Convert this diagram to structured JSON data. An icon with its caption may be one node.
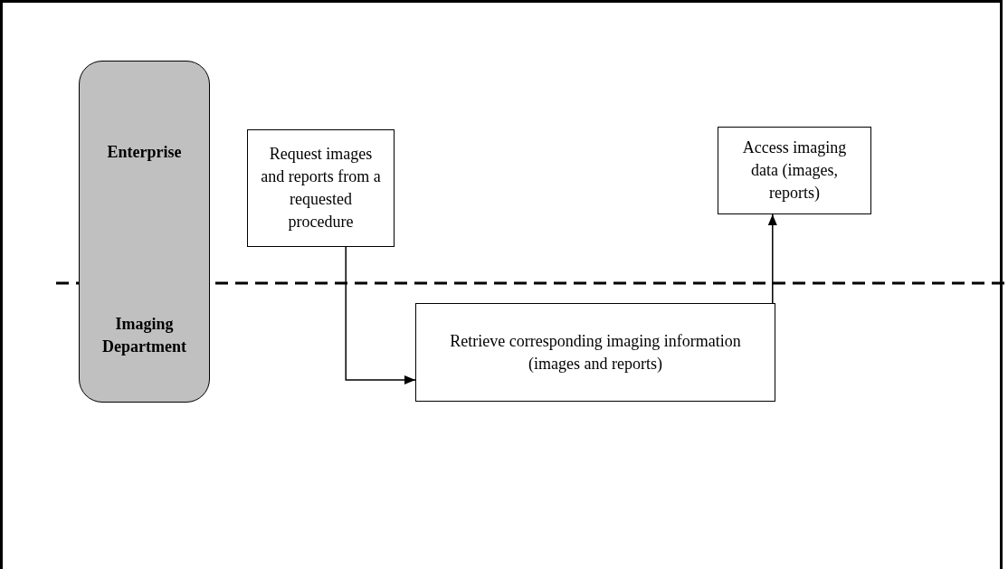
{
  "diagram": {
    "nodes": [
      {
        "text": [
          "Enterprise",
          "Imaging Department"
        ]
      },
      {
        "text": [
          "Request images and reports from a requested procedure"
        ]
      },
      {
        "text": [
          "Access imaging data (images, reports)"
        ]
      },
      {
        "text": [
          "Retrieve corresponding imaging information (images and reports)"
        ]
      }
    ],
    "edges": [
      {
        "from": 1,
        "to": 3,
        "arrow": "to"
      },
      {
        "from": 3,
        "to": 2,
        "arrow": "to"
      }
    ]
  }
}
